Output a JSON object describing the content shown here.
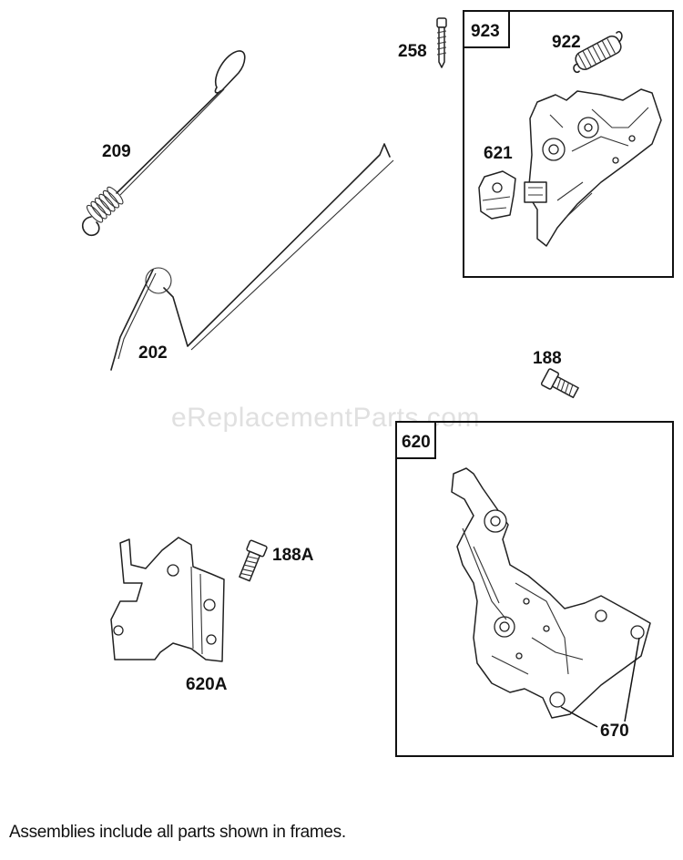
{
  "watermark": "eReplacementParts.com",
  "parts": {
    "p209": "209",
    "p202": "202",
    "p258": "258",
    "p922": "922",
    "p621": "621",
    "p188": "188",
    "p188a": "188A",
    "p620a": "620A",
    "p670": "670"
  },
  "frames": {
    "f923": "923",
    "f620": "620"
  },
  "footnote": "Assemblies include all parts shown in frames."
}
